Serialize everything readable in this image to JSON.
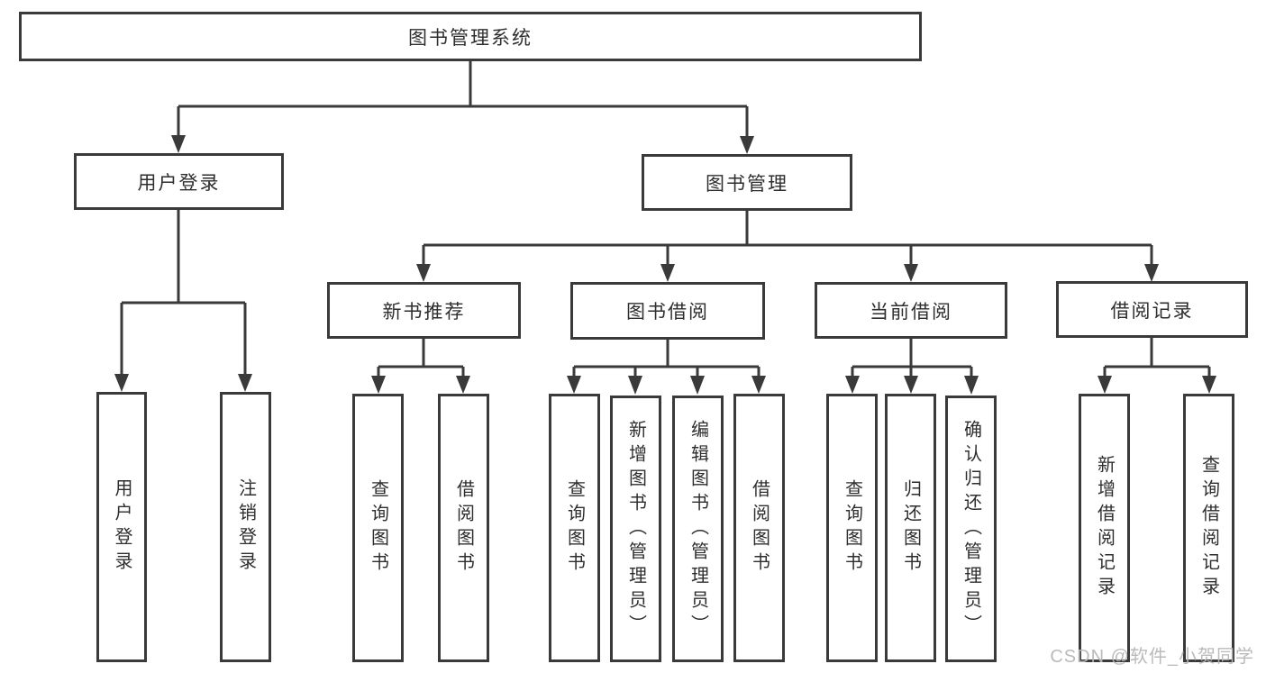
{
  "diagram": {
    "title": "图书管理系统",
    "level2": {
      "user_login": "用户登录",
      "book_mgmt": "图书管理"
    },
    "level3": {
      "new_books": "新书推荐",
      "book_borrow": "图书借阅",
      "current_borrow": "当前借阅",
      "borrow_records": "借阅记录"
    },
    "leaves": {
      "login_1": "用户登录",
      "login_2": "注销登录",
      "newbooks_1": "查询图书",
      "newbooks_2": "借阅图书",
      "borrow_1": "查询图书",
      "borrow_2": "新增图书（管理员）",
      "borrow_3": "编辑图书（管理员）",
      "borrow_4": "借阅图书",
      "current_1": "查询图书",
      "current_2": "归还图书",
      "current_3": "确认归还（管理员）",
      "records_1": "新增借阅记录",
      "records_2": "查询借阅记录"
    },
    "watermark": "CSDN @软件_小贺同学",
    "colors": {
      "line": "#3a3a3a",
      "text": "#2e2e2e",
      "box_fill": "#ffffff",
      "watermark": "#b6b6b6"
    }
  }
}
